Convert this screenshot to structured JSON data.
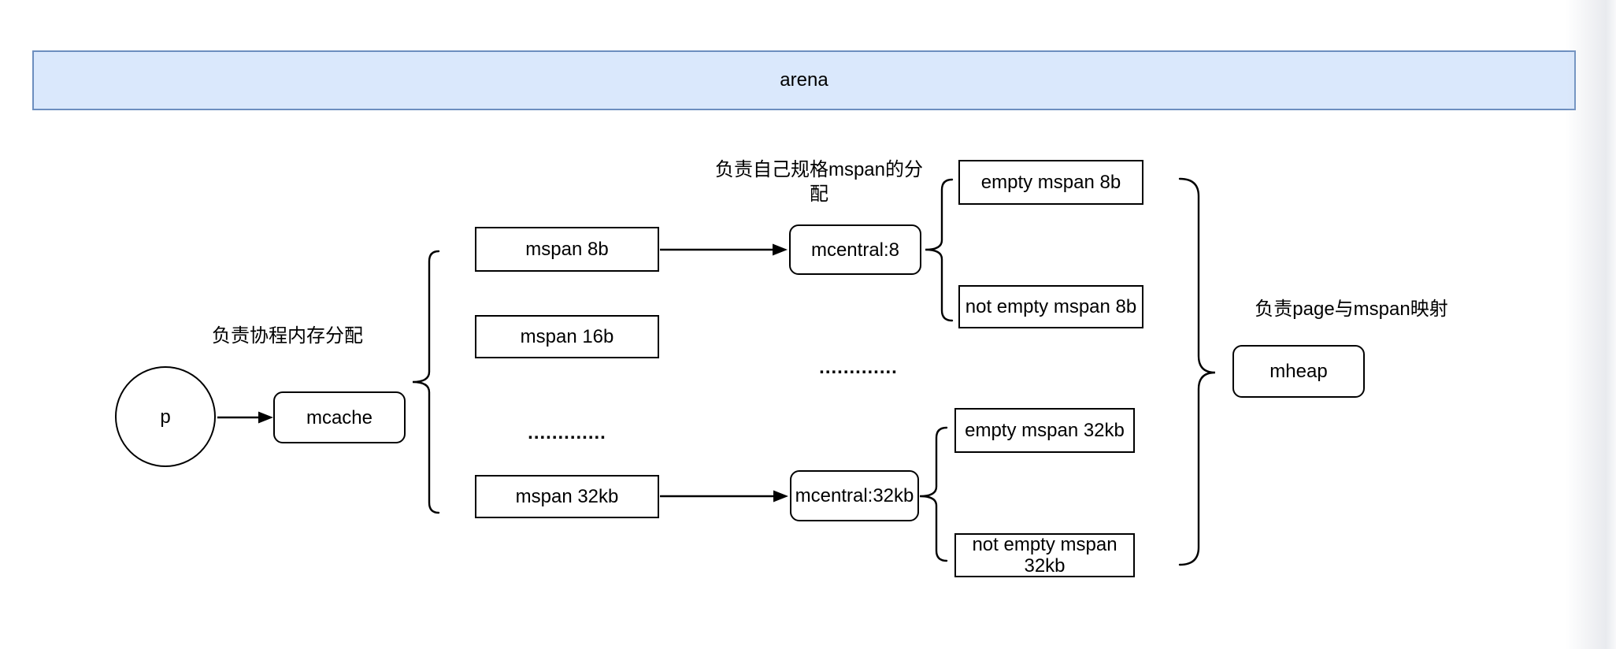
{
  "diagram": {
    "banner": {
      "label": "arena"
    },
    "p_node": {
      "label": "p"
    },
    "mcache": {
      "label": "mcache",
      "note": "负责协程内存分配"
    },
    "mspans": {
      "span_8b": "mspan 8b",
      "span_16b": "mspan 16b",
      "ellipsis": ".............",
      "span_32kb": "mspan 32kb"
    },
    "mcentral": {
      "note": "负责自己规格mspan的分配",
      "central_8": "mcentral:8",
      "central_32kb": "mcentral:32kb",
      "ellipsis": ".............",
      "empty_8b": "empty mspan 8b",
      "not_empty_8b": "not empty mspan 8b",
      "empty_32kb": "empty mspan 32kb",
      "not_empty_32kb": "not empty mspan 32kb"
    },
    "mheap": {
      "label": "mheap",
      "note": "负责page与mspan映射"
    },
    "colors": {
      "banner_fill": "#dae8fc",
      "banner_stroke": "#6c8ebf",
      "shape_stroke": "#000000",
      "background": "#ffffff"
    }
  }
}
